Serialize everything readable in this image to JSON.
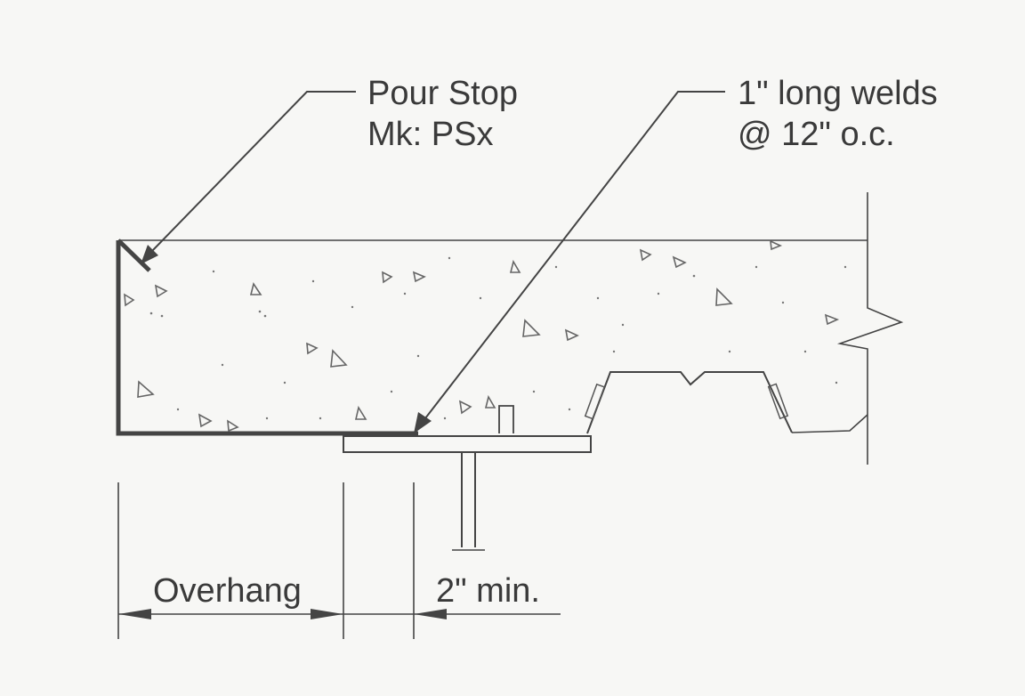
{
  "labels": {
    "pour_stop_line1": "Pour Stop",
    "pour_stop_line2": "Mk: PSx",
    "welds_line1": "1\" long welds",
    "welds_line2": "@ 12\" o.c.",
    "overhang": "Overhang",
    "min_bearing": "2\" min."
  },
  "colors": {
    "linework": "#444444",
    "text": "#3a3a3a",
    "background": "#f7f7f5"
  }
}
